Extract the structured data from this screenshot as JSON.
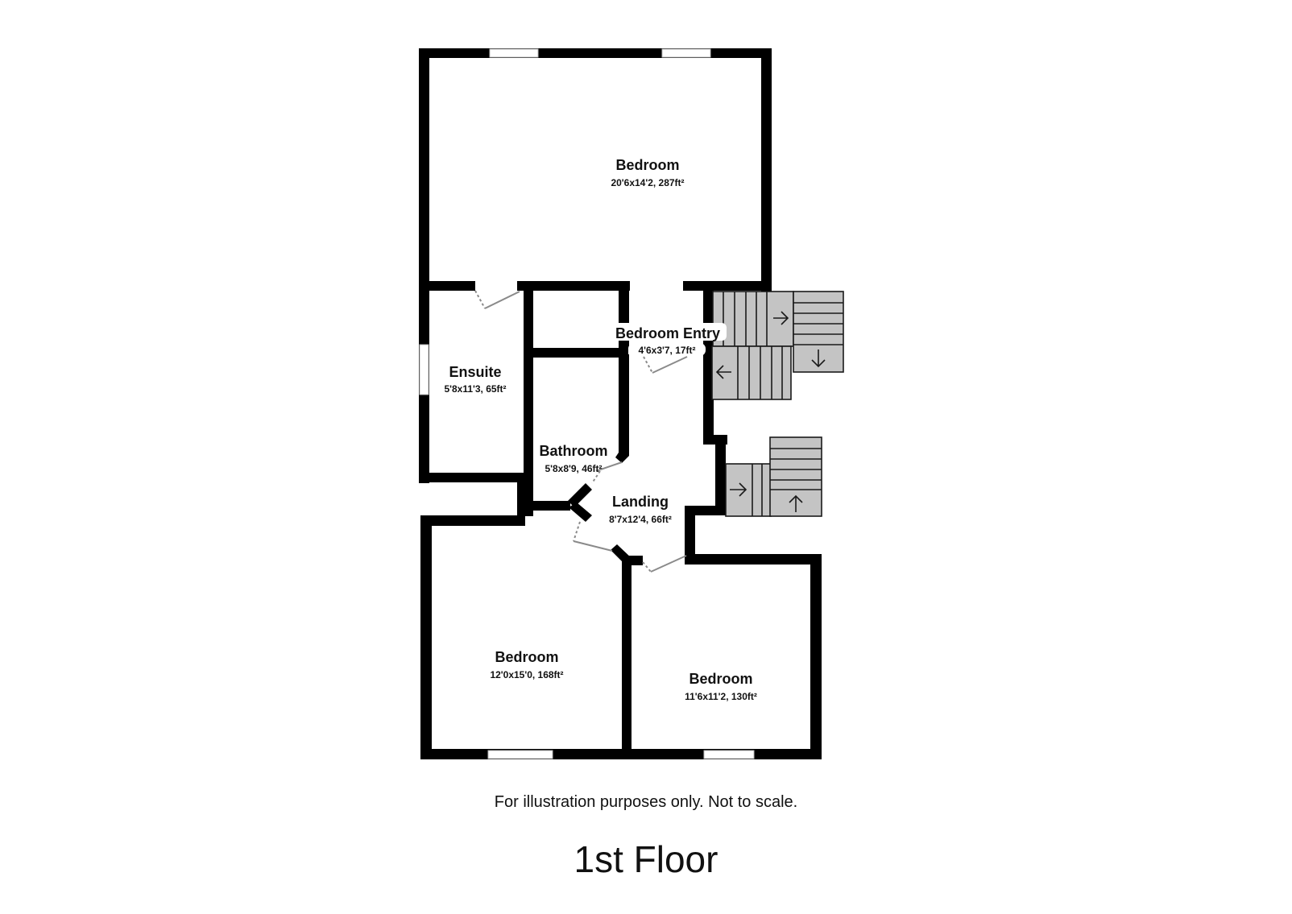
{
  "floor": {
    "title": "1st Floor",
    "disclaimer": "For illustration purposes only. Not to scale."
  },
  "rooms": [
    {
      "id": "bedroom-master",
      "name": "Bedroom",
      "dimensions": "20'6x14'2, 287ft²"
    },
    {
      "id": "ensuite",
      "name": "Ensuite",
      "dimensions": "5'8x11'3, 65ft²"
    },
    {
      "id": "bedroom-entry",
      "name": "Bedroom Entry",
      "dimensions": "4'6x3'7, 17ft²"
    },
    {
      "id": "bathroom",
      "name": "Bathroom",
      "dimensions": "5'8x8'9, 46ft²"
    },
    {
      "id": "landing",
      "name": "Landing",
      "dimensions": "8'7x12'4, 66ft²"
    },
    {
      "id": "bedroom-2",
      "name": "Bedroom",
      "dimensions": "12'0x15'0, 168ft²"
    },
    {
      "id": "bedroom-3",
      "name": "Bedroom",
      "dimensions": "11'6x11'2, 130ft²"
    }
  ],
  "colors": {
    "wall": "#000000",
    "stairs": "#c4c4c4",
    "door_swing": "#8a8a8a",
    "background": "#ffffff"
  },
  "stairs": [
    {
      "id": "upper-flight",
      "arrows": [
        "right",
        "down",
        "left"
      ]
    },
    {
      "id": "lower-flight",
      "arrows": [
        "right",
        "up"
      ]
    }
  ]
}
